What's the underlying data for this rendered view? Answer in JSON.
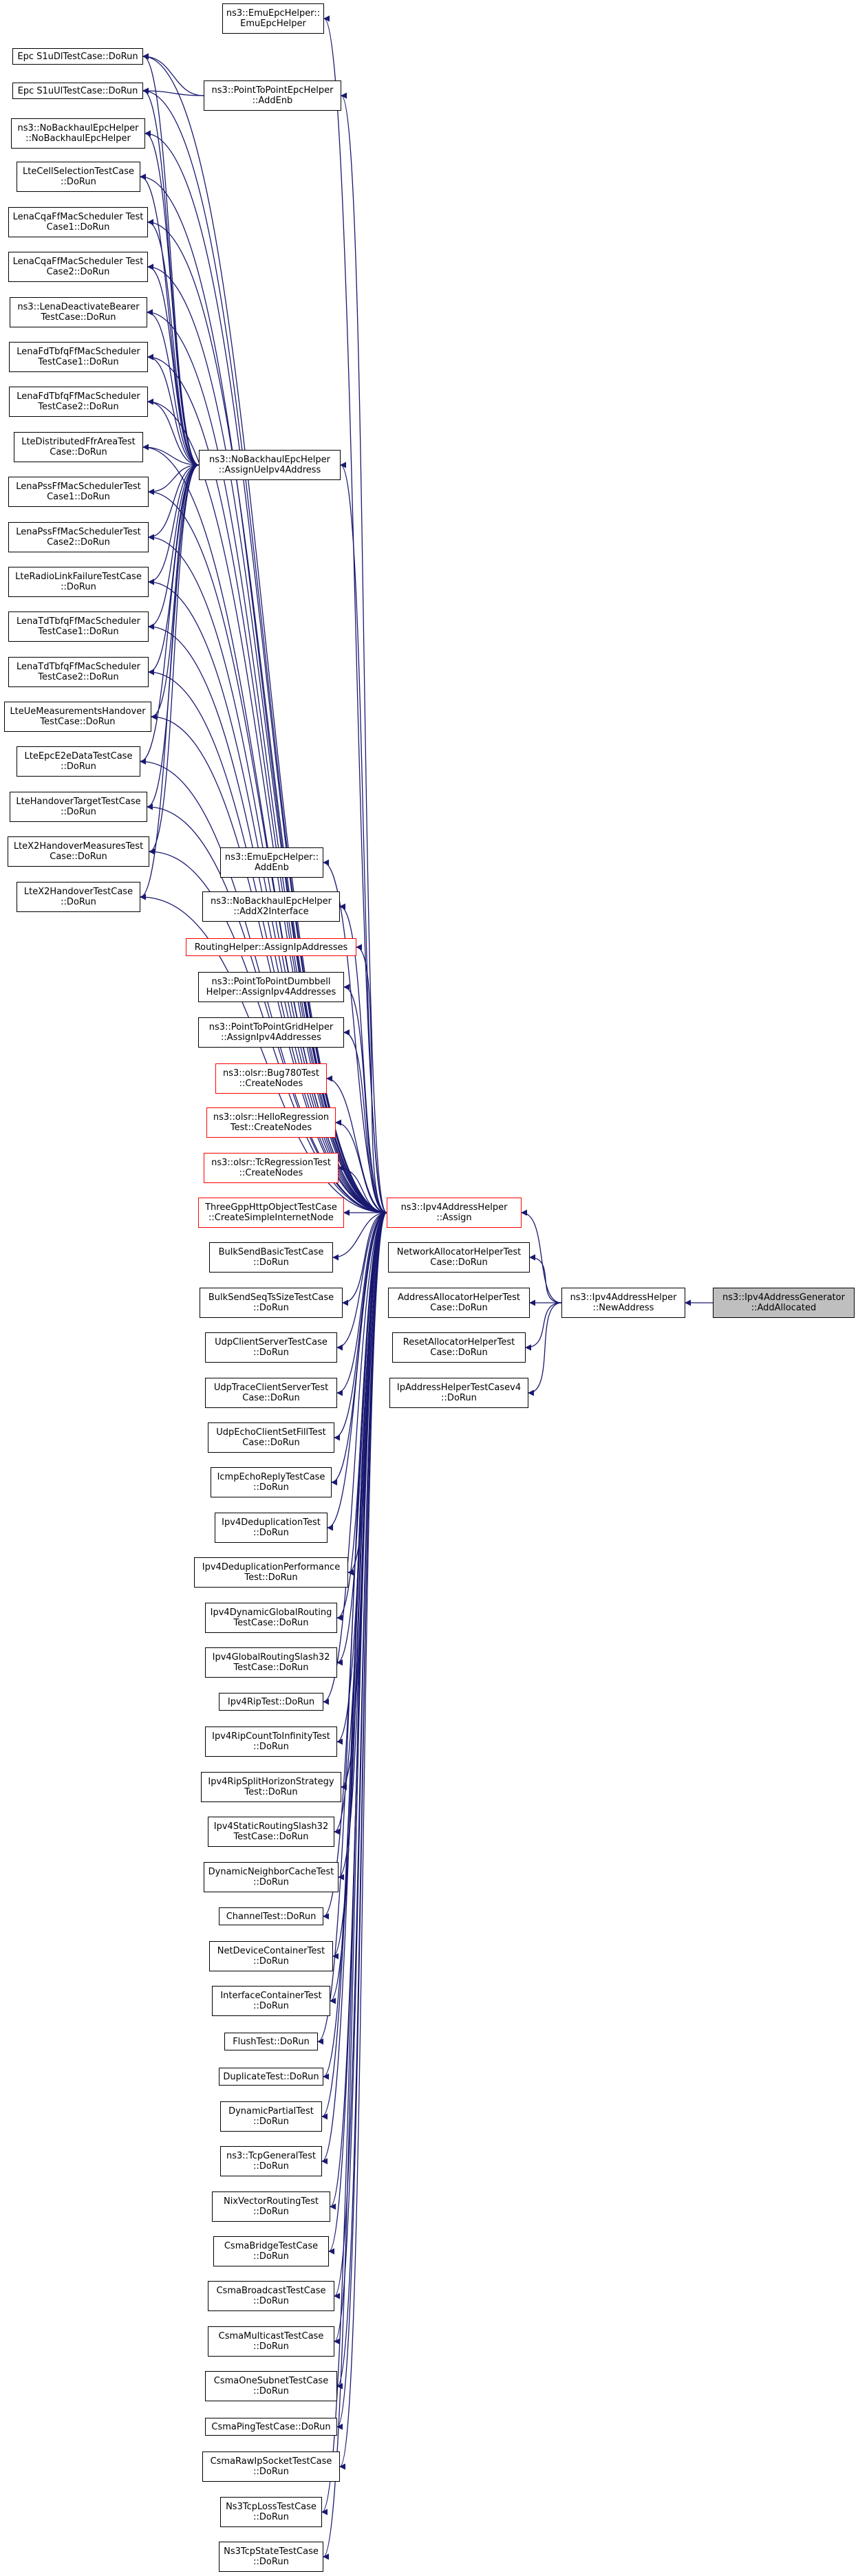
{
  "diagram": {
    "edge_color": "#191970",
    "colors": {
      "node_border": "#000000",
      "linked_border": "#ff0000",
      "target_fill": "#bfbfbf"
    },
    "nodes": {
      "emu_helper": "ns3::EmuEpcHelper::\nEmuEpcHelper",
      "epc_dl": "Epc S1uDlTestCase::DoRun",
      "p2p_addenb": "ns3::PointToPointEpcHelper\n::AddEnb",
      "epc_ul": "Epc S1uUlTestCase::DoRun",
      "nobh_ctor": "ns3::NoBackhaulEpcHelper\n::NoBackhaulEpcHelper",
      "cell_sel": "LteCellSelectionTestCase\n::DoRun",
      "cqa1": "LenaCqaFfMacScheduler Test\nCase1::DoRun",
      "cqa2": "LenaCqaFfMacScheduler Test\nCase2::DoRun",
      "deact": "ns3::LenaDeactivateBearer\nTestCase::DoRun",
      "fdtbfq1": "LenaFdTbfqFfMacScheduler\nTestCase1::DoRun",
      "fdtbfq2": "LenaFdTbfqFfMacScheduler\nTestCase2::DoRun",
      "ffr": "LteDistributedFfrAreaTest\nCase::DoRun",
      "nobh_assign": "ns3::NoBackhaulEpcHelper\n::AssignUeIpv4Address",
      "pss1": "LenaPssFfMacSchedulerTest\nCase1::DoRun",
      "pss2": "LenaPssFfMacSchedulerTest\nCase2::DoRun",
      "rlf": "LteRadioLinkFailureTestCase\n::DoRun",
      "tdtbfq1": "LenaTdTbfqFfMacScheduler\nTestCase1::DoRun",
      "tdtbfq2": "LenaTdTbfqFfMacScheduler\nTestCase2::DoRun",
      "ue_meas": "LteUeMeasurementsHandover\nTestCase::DoRun",
      "epc_e2e": "LteEpcE2eDataTestCase\n::DoRun",
      "ho_target": "LteHandoverTargetTestCase\n::DoRun",
      "x2_meas": "LteX2HandoverMeasuresTest\nCase::DoRun",
      "x2_ho": "LteX2HandoverTestCase\n::DoRun",
      "emu_addenb": "ns3::EmuEpcHelper::\nAddEnb",
      "nobh_x2": "ns3::NoBackhaulEpcHelper\n::AddX2Interface",
      "routing": "RoutingHelper::AssignIpAddresses",
      "dumbbell": "ns3::PointToPointDumbbell\nHelper::AssignIpv4Addresses",
      "grid": "ns3::PointToPointGridHelper\n::AssignIpv4Addresses",
      "bug780": "ns3::olsr::Bug780Test\n::CreateNodes",
      "hello": "ns3::olsr::HelloRegression\nTest::CreateNodes",
      "tcreg": "ns3::olsr::TcRegressionTest\n::CreateNodes",
      "threegpp": "ThreeGppHttpObjectTestCase\n::CreateSimpleInternetNode",
      "assign": "ns3::Ipv4AddressHelper\n::Assign",
      "bulk_basic": "BulkSendBasicTestCase\n::DoRun",
      "netalloc": "NetworkAllocatorHelperTest\nCase::DoRun",
      "bulk_seq": "BulkSendSeqTsSizeTestCase\n::DoRun",
      "addralloc": "AddressAllocatorHelperTest\nCase::DoRun",
      "newaddr": "ns3::Ipv4AddressHelper\n::NewAddress",
      "target": "ns3::Ipv4AddressGenerator\n::AddAllocated",
      "udp_cs": "UdpClientServerTestCase\n::DoRun",
      "reset": "ResetAllocatorHelperTest\nCase::DoRun",
      "udp_trace": "UdpTraceClientServerTest\nCase::DoRun",
      "iphelper": "IpAddressHelperTestCasev4\n::DoRun",
      "udp_echo": "UdpEchoClientSetFillTest\nCase::DoRun",
      "icmp": "IcmpEchoReplyTestCase\n::DoRun",
      "dedup": "Ipv4DeduplicationTest\n::DoRun",
      "dedup_perf": "Ipv4DeduplicationPerformance\nTest::DoRun",
      "dyn_global": "Ipv4DynamicGlobalRouting\nTestCase::DoRun",
      "global32": "Ipv4GlobalRoutingSlash32\nTestCase::DoRun",
      "rip": "Ipv4RipTest::DoRun",
      "rip_inf": "Ipv4RipCountToInfinityTest\n::DoRun",
      "rip_split": "Ipv4RipSplitHorizonStrategy\nTest::DoRun",
      "static32": "Ipv4StaticRoutingSlash32\nTestCase::DoRun",
      "neigh": "DynamicNeighborCacheTest\n::DoRun",
      "channel": "ChannelTest::DoRun",
      "netdev": "NetDeviceContainerTest\n::DoRun",
      "iface": "InterfaceContainerTest\n::DoRun",
      "flush": "FlushTest::DoRun",
      "dup": "DuplicateTest::DoRun",
      "dynpart": "DynamicPartialTest\n::DoRun",
      "tcpgen": "ns3::TcpGeneralTest\n::DoRun",
      "nixvec": "NixVectorRoutingTest\n::DoRun",
      "csma_bridge": "CsmaBridgeTestCase\n::DoRun",
      "csma_bcast": "CsmaBroadcastTestCase\n::DoRun",
      "csma_mcast": "CsmaMulticastTestCase\n::DoRun",
      "csma_one": "CsmaOneSubnetTestCase\n::DoRun",
      "csma_ping": "CsmaPingTestCase::DoRun",
      "csma_raw": "CsmaRawIpSocketTestCase\n::DoRun",
      "tcp_loss": "Ns3TcpLossTestCase\n::DoRun",
      "tcp_state": "Ns3TcpStateTestCase\n::DoRun"
    },
    "edges": [
      [
        "emu_helper",
        "assign"
      ],
      [
        "epc_dl",
        "assign"
      ],
      [
        "epc_ul",
        "assign"
      ],
      [
        "p2p_addenb",
        "assign"
      ],
      [
        "epc_dl",
        "p2p_addenb"
      ],
      [
        "epc_ul",
        "p2p_addenb"
      ],
      [
        "nobh_assign",
        "assign"
      ],
      [
        "epc_dl",
        "nobh_assign"
      ],
      [
        "epc_ul",
        "nobh_assign"
      ],
      [
        "nobh_ctor",
        "nobh_assign"
      ],
      [
        "cell_sel",
        "nobh_assign"
      ],
      [
        "cqa1",
        "nobh_assign"
      ],
      [
        "cqa2",
        "nobh_assign"
      ],
      [
        "deact",
        "nobh_assign"
      ],
      [
        "fdtbfq1",
        "nobh_assign"
      ],
      [
        "fdtbfq2",
        "nobh_assign"
      ],
      [
        "ffr",
        "nobh_assign"
      ],
      [
        "pss1",
        "nobh_assign"
      ],
      [
        "pss2",
        "nobh_assign"
      ],
      [
        "rlf",
        "nobh_assign"
      ],
      [
        "tdtbfq1",
        "nobh_assign"
      ],
      [
        "tdtbfq2",
        "nobh_assign"
      ],
      [
        "ue_meas",
        "nobh_assign"
      ],
      [
        "epc_e2e",
        "nobh_assign"
      ],
      [
        "ho_target",
        "nobh_assign"
      ],
      [
        "x2_meas",
        "nobh_assign"
      ],
      [
        "x2_ho",
        "nobh_assign"
      ],
      [
        "nobh_ctor",
        "assign"
      ],
      [
        "cell_sel",
        "assign"
      ],
      [
        "cqa1",
        "assign"
      ],
      [
        "cqa2",
        "assign"
      ],
      [
        "deact",
        "assign"
      ],
      [
        "fdtbfq1",
        "assign"
      ],
      [
        "fdtbfq2",
        "assign"
      ],
      [
        "ffr",
        "assign"
      ],
      [
        "pss1",
        "assign"
      ],
      [
        "pss2",
        "assign"
      ],
      [
        "rlf",
        "assign"
      ],
      [
        "tdtbfq1",
        "assign"
      ],
      [
        "tdtbfq2",
        "assign"
      ],
      [
        "ue_meas",
        "assign"
      ],
      [
        "epc_e2e",
        "assign"
      ],
      [
        "ho_target",
        "assign"
      ],
      [
        "x2_meas",
        "assign"
      ],
      [
        "x2_ho",
        "assign"
      ],
      [
        "emu_addenb",
        "assign"
      ],
      [
        "nobh_x2",
        "assign"
      ],
      [
        "routing",
        "assign"
      ],
      [
        "dumbbell",
        "assign"
      ],
      [
        "grid",
        "assign"
      ],
      [
        "bug780",
        "assign"
      ],
      [
        "hello",
        "assign"
      ],
      [
        "tcreg",
        "assign"
      ],
      [
        "threegpp",
        "assign"
      ],
      [
        "bulk_basic",
        "assign"
      ],
      [
        "bulk_seq",
        "assign"
      ],
      [
        "udp_cs",
        "assign"
      ],
      [
        "udp_trace",
        "assign"
      ],
      [
        "udp_echo",
        "assign"
      ],
      [
        "icmp",
        "assign"
      ],
      [
        "dedup",
        "assign"
      ],
      [
        "dedup_perf",
        "assign"
      ],
      [
        "dyn_global",
        "assign"
      ],
      [
        "global32",
        "assign"
      ],
      [
        "rip",
        "assign"
      ],
      [
        "rip_inf",
        "assign"
      ],
      [
        "rip_split",
        "assign"
      ],
      [
        "static32",
        "assign"
      ],
      [
        "neigh",
        "assign"
      ],
      [
        "channel",
        "assign"
      ],
      [
        "netdev",
        "assign"
      ],
      [
        "iface",
        "assign"
      ],
      [
        "flush",
        "assign"
      ],
      [
        "dup",
        "assign"
      ],
      [
        "dynpart",
        "assign"
      ],
      [
        "tcpgen",
        "assign"
      ],
      [
        "nixvec",
        "assign"
      ],
      [
        "csma_bridge",
        "assign"
      ],
      [
        "csma_bcast",
        "assign"
      ],
      [
        "csma_mcast",
        "assign"
      ],
      [
        "csma_one",
        "assign"
      ],
      [
        "csma_ping",
        "assign"
      ],
      [
        "csma_raw",
        "assign"
      ],
      [
        "tcp_loss",
        "assign"
      ],
      [
        "tcp_state",
        "assign"
      ],
      [
        "assign",
        "newaddr"
      ],
      [
        "netalloc",
        "newaddr"
      ],
      [
        "addralloc",
        "newaddr"
      ],
      [
        "reset",
        "newaddr"
      ],
      [
        "iphelper",
        "newaddr"
      ],
      [
        "newaddr",
        "target"
      ]
    ]
  }
}
